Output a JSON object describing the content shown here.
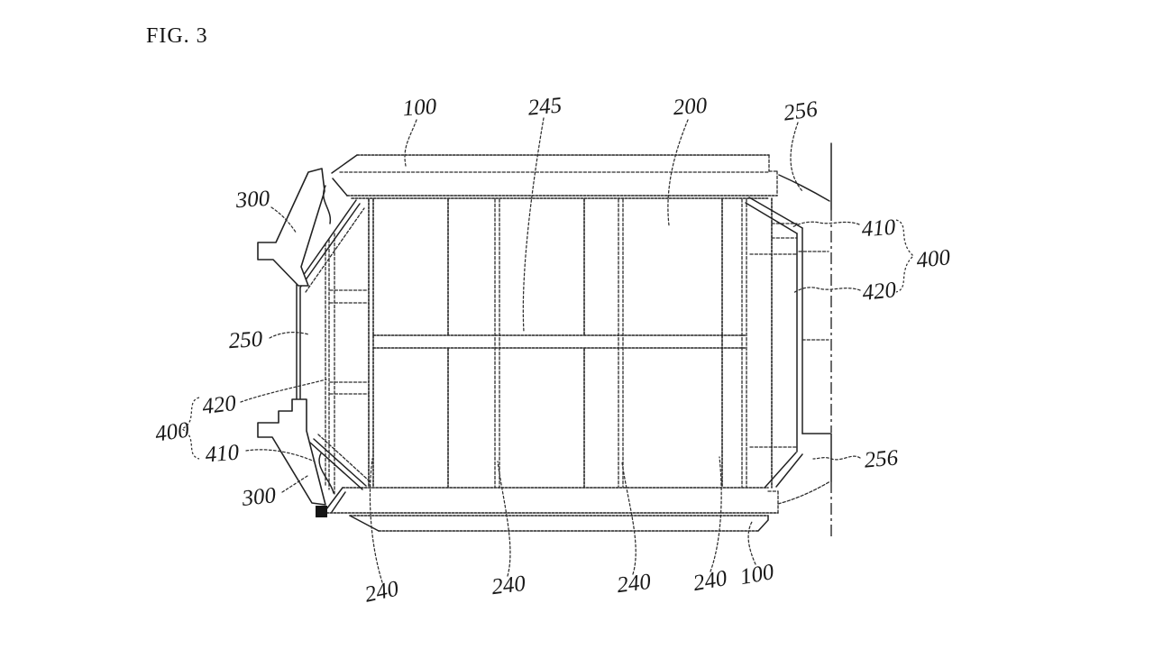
{
  "figure": {
    "title": "FIG. 3",
    "background_color": "#ffffff",
    "line_color": "#222222"
  },
  "labels": {
    "fig_title": "FIG. 3",
    "top_100": "100",
    "top_245": "245",
    "top_200": "200",
    "top_256": "256",
    "left_300_top": "300",
    "left_250": "250",
    "left_420": "420",
    "left_400": "400",
    "left_410": "410",
    "left_300_bottom": "300",
    "bottom_240_1": "240",
    "bottom_240_2": "240",
    "bottom_240_3": "240",
    "bottom_240_4": "240",
    "bottom_100": "100",
    "right_410": "410",
    "right_400": "400",
    "right_420": "420",
    "right_256": "256"
  }
}
